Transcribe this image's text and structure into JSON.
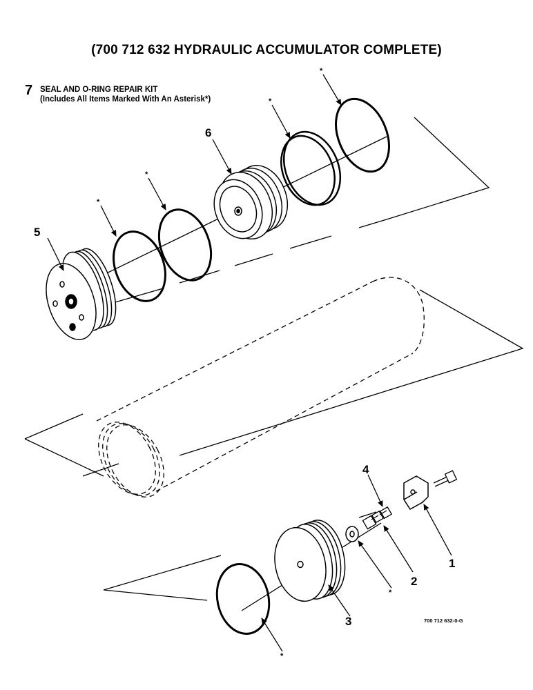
{
  "title": "(700 712 632 HYDRAULIC ACCUMULATOR COMPLETE)",
  "kit": {
    "number": "7",
    "line1": "SEAL AND O-RING REPAIR KIT",
    "line2": "(Includes All Items Marked With An Asterisk*)"
  },
  "callouts": {
    "c1": "1",
    "c2": "2",
    "c3": "3",
    "c4": "4",
    "c5": "5",
    "c6": "6"
  },
  "asterisk": "*",
  "figure_id": "700 712 632-0-G"
}
